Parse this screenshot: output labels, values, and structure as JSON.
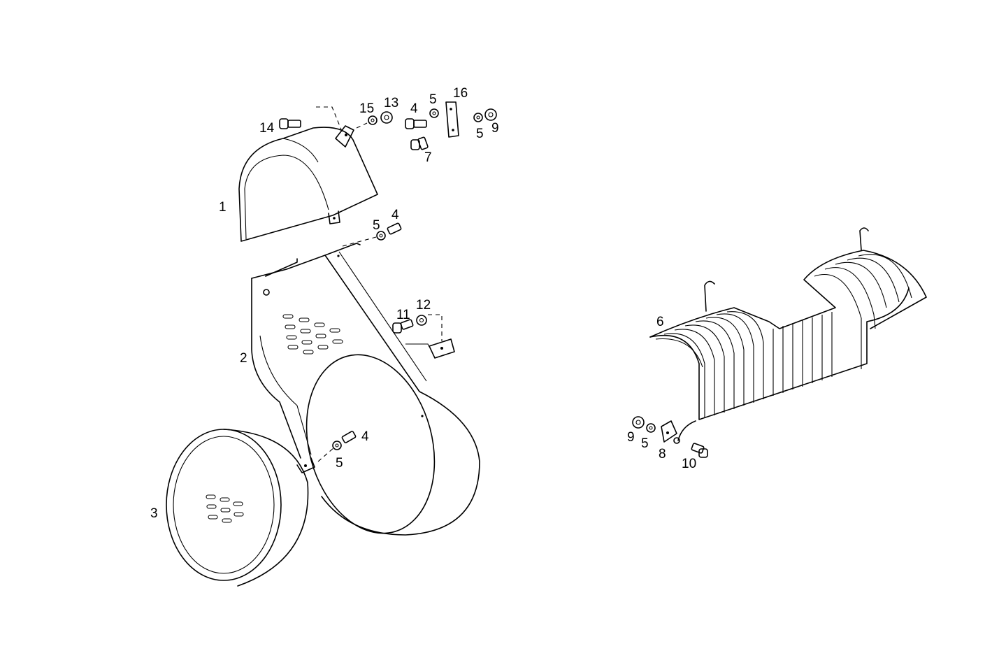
{
  "callouts": {
    "c1": "1",
    "c2": "2",
    "c3": "3",
    "c4a": "4",
    "c4b": "4",
    "c4c": "4",
    "c5a": "5",
    "c5b": "5",
    "c5c": "5",
    "c5d": "5",
    "c5e": "5",
    "c6": "6",
    "c7": "7",
    "c8": "8",
    "c9a": "9",
    "c9b": "9",
    "c10": "10",
    "c11": "11",
    "c12": "12",
    "c13": "13",
    "c14": "14",
    "c15": "15",
    "c16": "16"
  },
  "colors": {
    "ink": "#000000",
    "paper": "#ffffff"
  }
}
